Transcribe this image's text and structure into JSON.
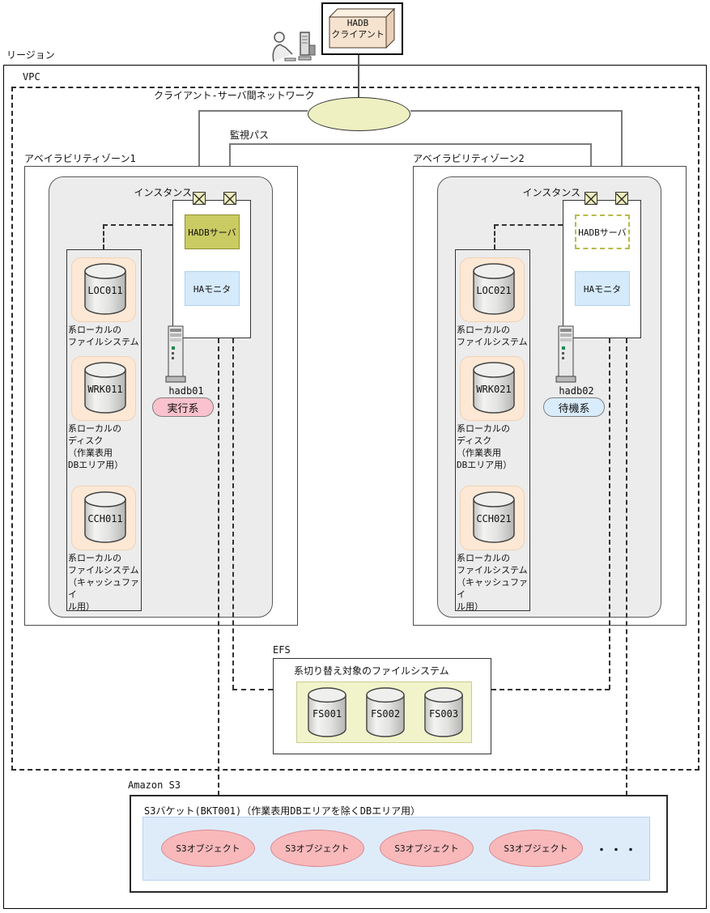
{
  "region_label": "リージョン",
  "vpc_label": "VPC",
  "client": {
    "label": "HADB\nクライアント"
  },
  "network_label": "クライアント-サーバ間ネットワーク",
  "monitor_label": "監視パス",
  "zone1": {
    "label": "アベイラビリティゾーン1",
    "instance_label": "インスタンス",
    "hadb_server": "HADBサーバ",
    "ha_monitor": "HAモニタ",
    "host": "hadb01",
    "role": "実行系",
    "disks": [
      {
        "id": "LOC011",
        "caption": "系ローカルの\nファイルシステム"
      },
      {
        "id": "WRK011",
        "caption": "系ローカルの\nディスク\n（作業表用\nDBエリア用）"
      },
      {
        "id": "CCH011",
        "caption": "系ローカルの\nファイルシステム\n（キャッシュファイ\nル用）"
      }
    ]
  },
  "zone2": {
    "label": "アベイラビリティゾーン2",
    "instance_label": "インスタンス",
    "hadb_server": "HADBサーバ",
    "ha_monitor": "HAモニタ",
    "host": "hadb02",
    "role": "待機系",
    "disks": [
      {
        "id": "LOC021",
        "caption": "系ローカルの\nファイルシステム"
      },
      {
        "id": "WRK021",
        "caption": "系ローカルの\nディスク\n（作業表用\nDBエリア用）"
      },
      {
        "id": "CCH021",
        "caption": "系ローカルの\nファイルシステム\n（キャッシュファイ\nル用）"
      }
    ]
  },
  "efs": {
    "label": "EFS",
    "caption": "系切り替え対象のファイルシステム",
    "filesystems": [
      "FS001",
      "FS002",
      "FS003"
    ]
  },
  "s3": {
    "label": "Amazon S3",
    "bucket_label": "S3バケット(BKT001)（作業表用DBエリアを除くDBエリア用）",
    "objects": [
      "S3オブジェクト",
      "S3オブジェクト",
      "S3オブジェクト",
      "S3オブジェクト"
    ],
    "ellipsis": "・・・"
  },
  "colors": {
    "active_server": "#cacb63",
    "standby_server_border": "#b9ba4a",
    "ha_monitor": "#d5eafb",
    "network_ellipse": "#eef0c1",
    "active_badge": "#f9c2cc",
    "standby_badge": "#d9ecfb",
    "s3_object": "#f9b9bb",
    "efs_group": "#f1f3cb",
    "disk_group": "#fce8d5",
    "s3_bucket_bg": "#deecfa",
    "zone_bg": "#ececec"
  }
}
